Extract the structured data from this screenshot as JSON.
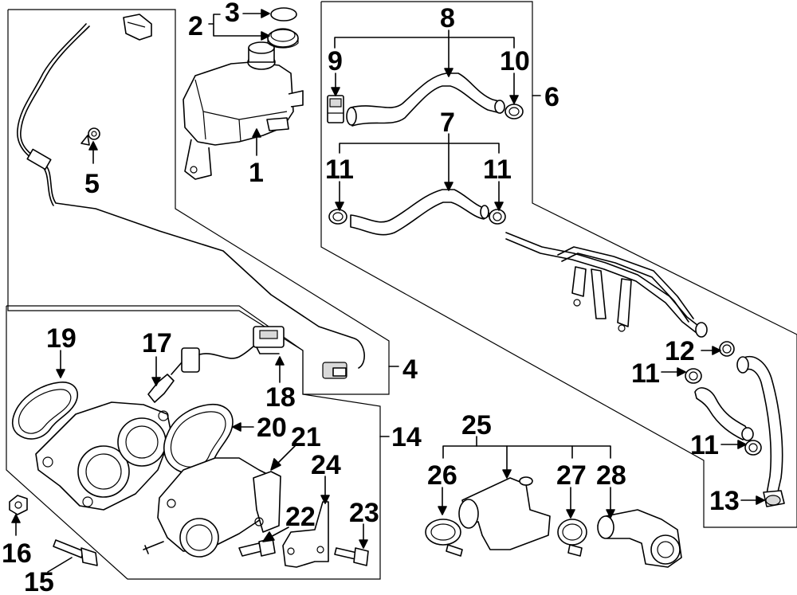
{
  "callouts": {
    "c1": "1",
    "c2": "2",
    "c3": "3",
    "c4": "4",
    "c5": "5",
    "c6": "6",
    "c7": "7",
    "c8": "8",
    "c9": "9",
    "c10": "10",
    "c11a": "11",
    "c11b": "11",
    "c11c": "11",
    "c11d": "11",
    "c12": "12",
    "c13": "13",
    "c14": "14",
    "c15": "15",
    "c16": "16",
    "c17": "17",
    "c18": "18",
    "c19": "19",
    "c20": "20",
    "c21": "21",
    "c22": "22",
    "c23": "23",
    "c24": "24",
    "c25": "25",
    "c26": "26",
    "c27": "27",
    "c28": "28"
  }
}
